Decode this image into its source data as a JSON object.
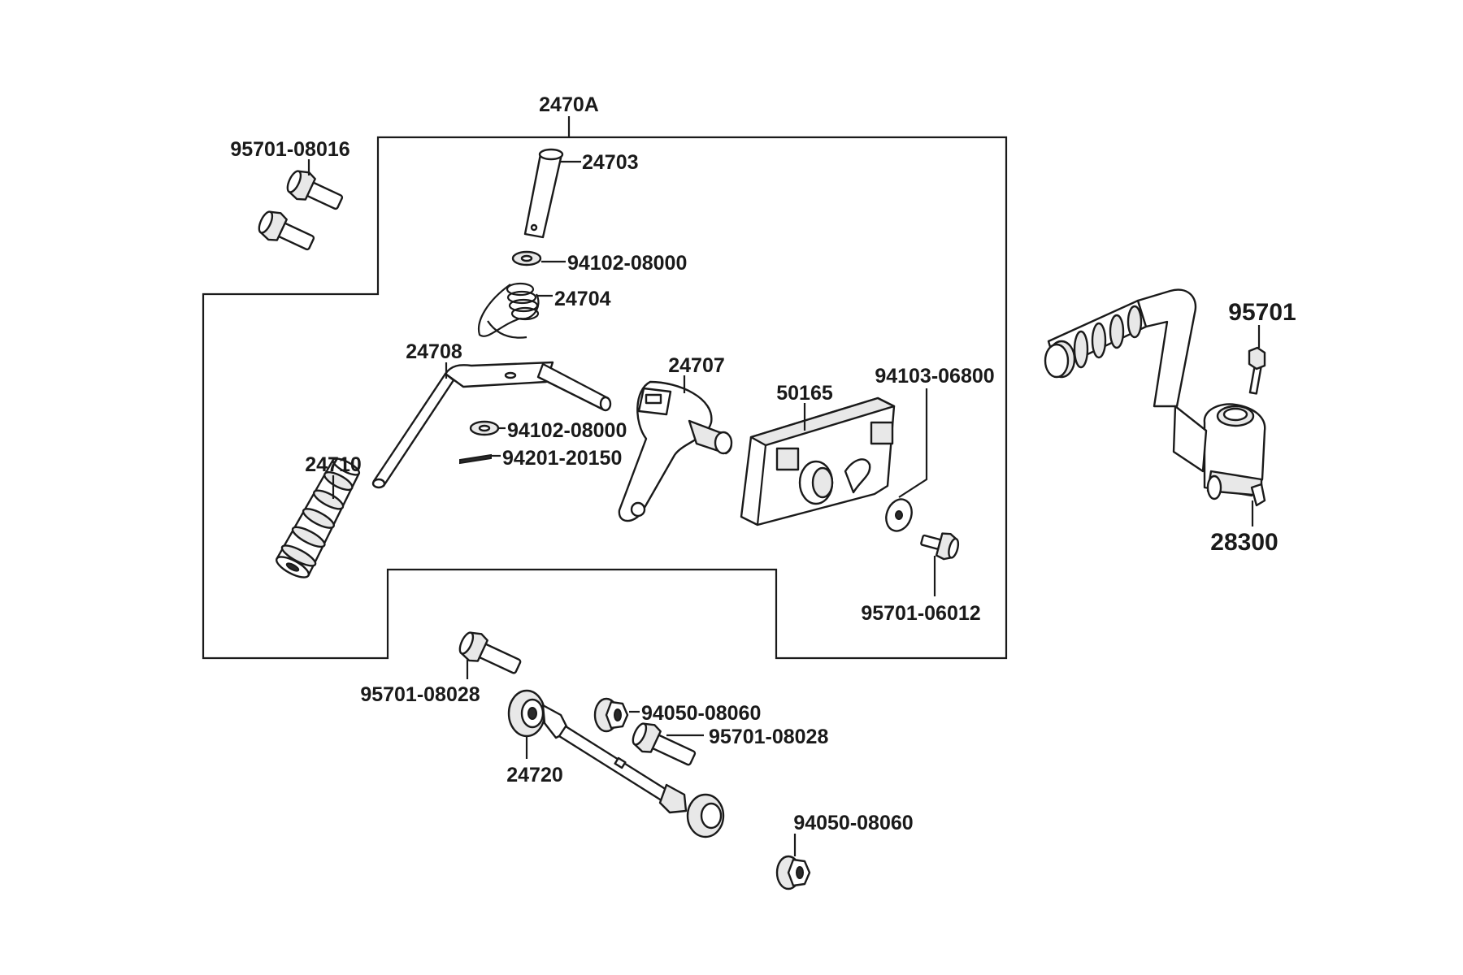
{
  "labels": {
    "assembly": "2470A",
    "bolt_top_left": "95701-08016",
    "pin": "24703",
    "washer_top": "94102-08000",
    "spring": "24704",
    "kick_arm": "24708",
    "lever": "24707",
    "plate": "50165",
    "washer_plate": "94103-06800",
    "washer_mid": "94102-08000",
    "cotter_pin": "94201-20150",
    "rubber_grip": "24710",
    "bolt_plate": "95701-06012",
    "bolt_rod_left": "95701-08028",
    "nut_mid": "94050-08060",
    "bolt_rod_right": "95701-08028",
    "rod": "24720",
    "nut_bottom": "94050-08060",
    "bolt_kick": "95701",
    "kick_starter": "28300"
  }
}
